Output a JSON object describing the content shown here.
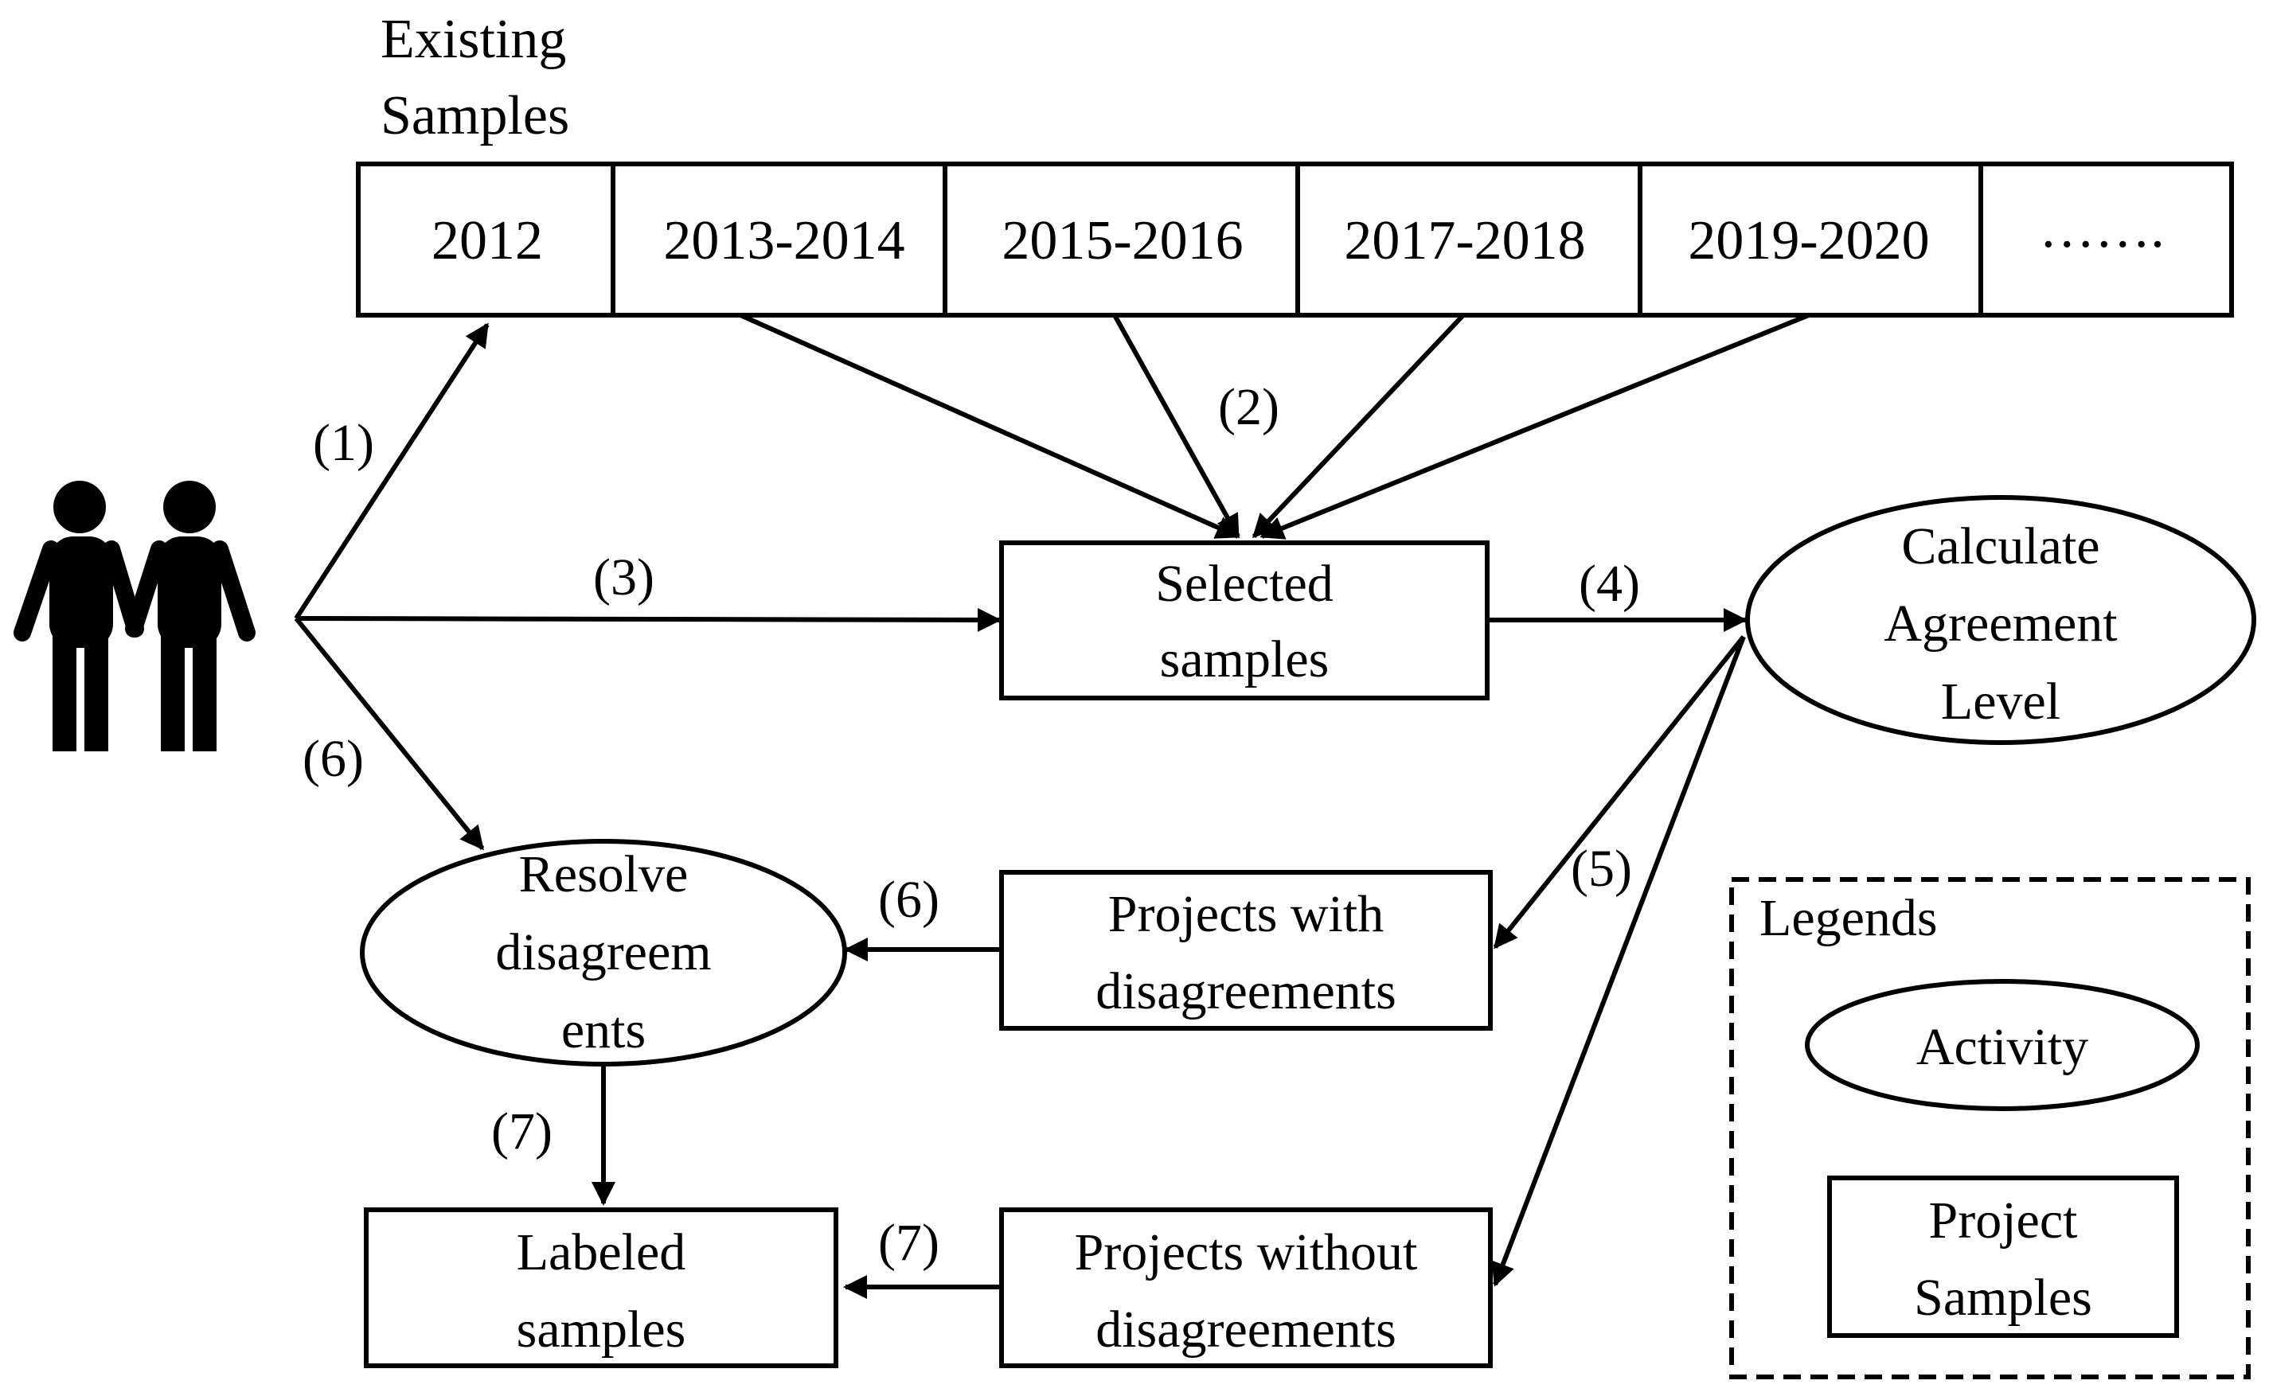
{
  "header": {
    "line1": "Existing",
    "line2": "Samples"
  },
  "years": [
    "2012",
    "2013-2014",
    "2015-2016",
    "2017-2018",
    "2019-2020",
    "……."
  ],
  "nodes": {
    "selected_samples": [
      "Selected",
      "samples"
    ],
    "calculate_agreement": [
      "Calculate",
      "Agreement",
      "Level"
    ],
    "resolve_disagreements": [
      "Resolve",
      "disagreem",
      "ents"
    ],
    "projects_with": [
      "Projects with",
      "disagreements"
    ],
    "labeled_samples": [
      "Labeled",
      "samples"
    ],
    "projects_without": [
      "Projects without",
      "disagreements"
    ]
  },
  "step_labels": {
    "s1": "(1)",
    "s2": "(2)",
    "s3": "(3)",
    "s4": "(4)",
    "s5": "(5)",
    "s6_actor": "(6)",
    "s6_flow": "(6)",
    "s7_down": "(7)",
    "s7_flow": "(7)"
  },
  "legend": {
    "title": "Legends",
    "activity": "Activity",
    "samples": [
      "Project",
      "Samples"
    ]
  },
  "icons": {
    "actors": "two-people-icon"
  }
}
